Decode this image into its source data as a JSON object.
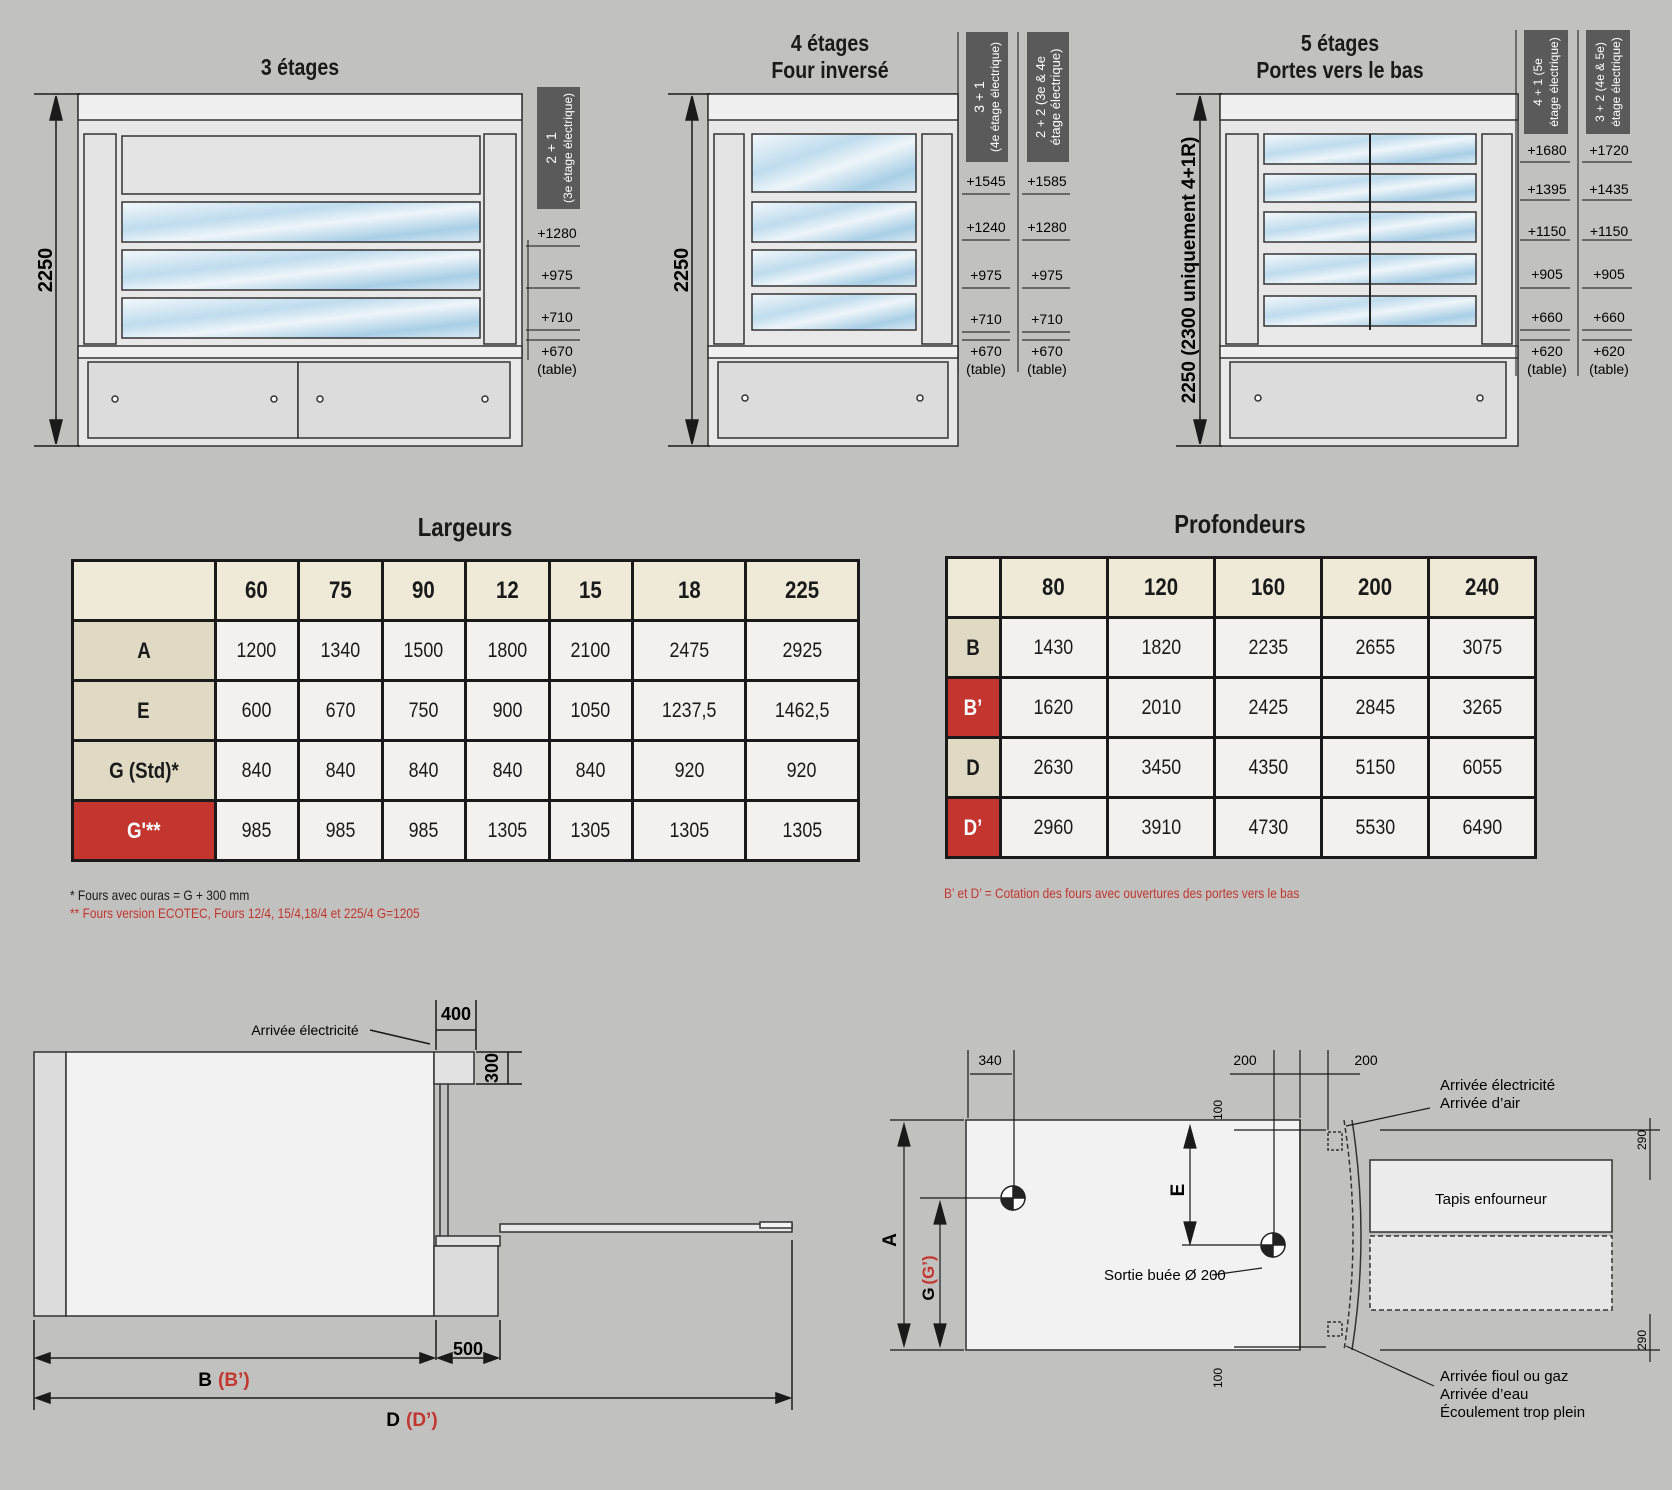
{
  "titles": {
    "oven3": "3 étages",
    "oven4_l1": "4 étages",
    "oven4_l2": "Four inversé",
    "oven5_l1": "5 étages",
    "oven5_l2": "Portes vers le bas",
    "largeurs": "Largeurs",
    "profondeurs": "Profondeurs"
  },
  "oven3": {
    "height": "2250",
    "tag": [
      "2 + 1",
      "(3e étage électrique)"
    ],
    "levels": [
      "+1280",
      "+975",
      "+710",
      "+670",
      "(table)"
    ]
  },
  "oven4": {
    "height": "2250",
    "tagA": [
      "3 + 1",
      "(4e étage électrique)"
    ],
    "tagB": [
      "2 + 2 (3e & 4e",
      "étage électrique)"
    ],
    "levelsA": [
      "+1545",
      "+1240",
      "+975",
      "+710",
      "+670",
      "(table)"
    ],
    "levelsB": [
      "+1585",
      "+1280",
      "+975",
      "+710",
      "+670",
      "(table)"
    ]
  },
  "oven5": {
    "height": "2250 (2300 uniquement 4+1R)",
    "tagA": [
      "4 + 1 (5e",
      "étage électrique)"
    ],
    "tagB": [
      "3 + 2 (4e & 5e)",
      "étage électrique)"
    ],
    "levelsA": [
      "+1680",
      "+1395",
      "+1150",
      "+905",
      "+660",
      "+620",
      "(table)"
    ],
    "levelsB": [
      "+1720",
      "+1435",
      "+1150",
      "+905",
      "+660",
      "+620",
      "(table)"
    ]
  },
  "largeurs": {
    "headers": [
      "",
      "60",
      "75",
      "90",
      "12",
      "15",
      "18",
      "225"
    ],
    "rows": [
      {
        "label": "A",
        "red": false,
        "values": [
          "1200",
          "1340",
          "1500",
          "1800",
          "2100",
          "2475",
          "2925"
        ]
      },
      {
        "label": "E",
        "red": false,
        "values": [
          "600",
          "670",
          "750",
          "900",
          "1050",
          "1237,5",
          "1462,5"
        ]
      },
      {
        "label": "G (Std)*",
        "red": false,
        "values": [
          "840",
          "840",
          "840",
          "840",
          "840",
          "920",
          "920"
        ]
      },
      {
        "label": "G'**",
        "red": true,
        "values": [
          "985",
          "985",
          "985",
          "1305",
          "1305",
          "1305",
          "1305"
        ]
      }
    ],
    "note1": "* Fours avec ouras = G + 300 mm",
    "note2": "** Fours version ECOTEC, Fours 12/4, 15/4,18/4 et 225/4  G=1205"
  },
  "profondeurs": {
    "headers": [
      "",
      "80",
      "120",
      "160",
      "200",
      "240"
    ],
    "rows": [
      {
        "label": "B",
        "red": false,
        "values": [
          "1430",
          "1820",
          "2235",
          "2655",
          "3075"
        ]
      },
      {
        "label": "B’",
        "red": true,
        "values": [
          "1620",
          "2010",
          "2425",
          "2845",
          "3265"
        ]
      },
      {
        "label": "D",
        "red": false,
        "values": [
          "2630",
          "3450",
          "4350",
          "5150",
          "6055"
        ]
      },
      {
        "label": "D’",
        "red": true,
        "values": [
          "2960",
          "3910",
          "4730",
          "5530",
          "6490"
        ]
      }
    ],
    "note": "B’ et D’ = Cotation des fours avec ouvertures des portes vers le bas"
  },
  "side_view": {
    "elec": "Arrivée électricité",
    "dim400": "400",
    "dim300": "300",
    "dim500": "500",
    "b_label": "B",
    "b_prime": "(B’)",
    "d_label": "D",
    "d_prime": "(D’)"
  },
  "top_view": {
    "dim340": "340",
    "dim200a": "200",
    "dim200b": "200",
    "dim100a": "100",
    "dim100b": "100",
    "dim290a": "290",
    "dim290b": "290",
    "elec": "Arrivée électricité",
    "air": "Arrivée d’air",
    "tapis": "Tapis enfourneur",
    "buee": "Sortie buée Ø 200",
    "fioul": "Arrivée fioul ou gaz",
    "eau": "Arrivée d’eau",
    "ecoul": "Écoulement trop plein",
    "a_label": "A",
    "e_label": "E",
    "g_label": "G",
    "g_prime": "(G’)"
  }
}
